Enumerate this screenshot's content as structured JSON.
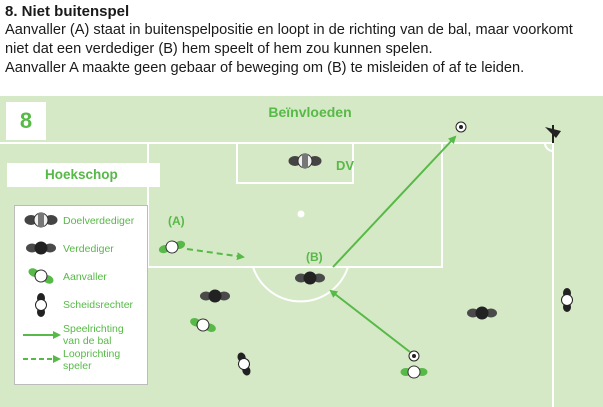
{
  "header": {
    "title": "8. Niet buitenspel",
    "paragraph1": "Aanvaller (A) staat in buitenspelpositie en loopt in de richting van de bal, maar voorkomt niet dat een verdediger (B) hem speelt of hem zou kunnen spelen.",
    "paragraph2": "Aanvaller A maakte geen gebaar of beweging om (B) te misleiden of af te leiden."
  },
  "figure": {
    "number": "8",
    "title": "Beïnvloeden",
    "corner_label": "Hoekschop",
    "label_dv": "DV",
    "label_a": "(A)",
    "label_b": "(B)"
  },
  "legend": {
    "goalkeeper": "Doelverdediger",
    "defender": "Verdediger",
    "attacker": "Aanvaller",
    "referee": "Scheidsrechter",
    "ball_line1": "Speelrichting",
    "ball_line2": "van de bal",
    "run_line1": "Looprichting",
    "run_line2": "speler"
  },
  "colors": {
    "pitch": "#d6e9c6",
    "accent": "#57b947",
    "lines": "#ffffff",
    "defender": "#4a4a4a"
  }
}
